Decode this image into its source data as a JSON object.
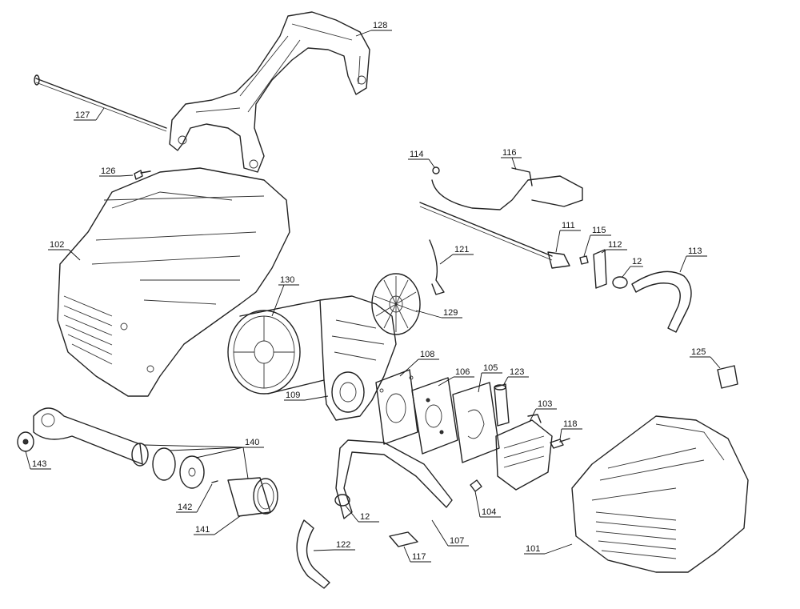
{
  "parts": [
    {
      "id": "p101",
      "label": "101"
    },
    {
      "id": "p102",
      "label": "102"
    },
    {
      "id": "p103",
      "label": "103"
    },
    {
      "id": "p104",
      "label": "104"
    },
    {
      "id": "p105",
      "label": "105"
    },
    {
      "id": "p106",
      "label": "106"
    },
    {
      "id": "p107",
      "label": "107"
    },
    {
      "id": "p108",
      "label": "108"
    },
    {
      "id": "p109",
      "label": "109"
    },
    {
      "id": "p111",
      "label": "111"
    },
    {
      "id": "p112",
      "label": "112"
    },
    {
      "id": "p113",
      "label": "113"
    },
    {
      "id": "p114",
      "label": "114"
    },
    {
      "id": "p115",
      "label": "115"
    },
    {
      "id": "p116",
      "label": "116"
    },
    {
      "id": "p117",
      "label": "117"
    },
    {
      "id": "p118",
      "label": "118"
    },
    {
      "id": "p121",
      "label": "121"
    },
    {
      "id": "p122",
      "label": "122"
    },
    {
      "id": "p123",
      "label": "123"
    },
    {
      "id": "p125",
      "label": "125"
    },
    {
      "id": "p126",
      "label": "126"
    },
    {
      "id": "p127",
      "label": "127"
    },
    {
      "id": "p128",
      "label": "128"
    },
    {
      "id": "p129",
      "label": "129"
    },
    {
      "id": "p130",
      "label": "130"
    },
    {
      "id": "p140",
      "label": "140"
    },
    {
      "id": "p141",
      "label": "141"
    },
    {
      "id": "p142",
      "label": "142"
    },
    {
      "id": "p143",
      "label": "143"
    },
    {
      "id": "p12a",
      "label": "12"
    },
    {
      "id": "p12b",
      "label": "12"
    }
  ]
}
